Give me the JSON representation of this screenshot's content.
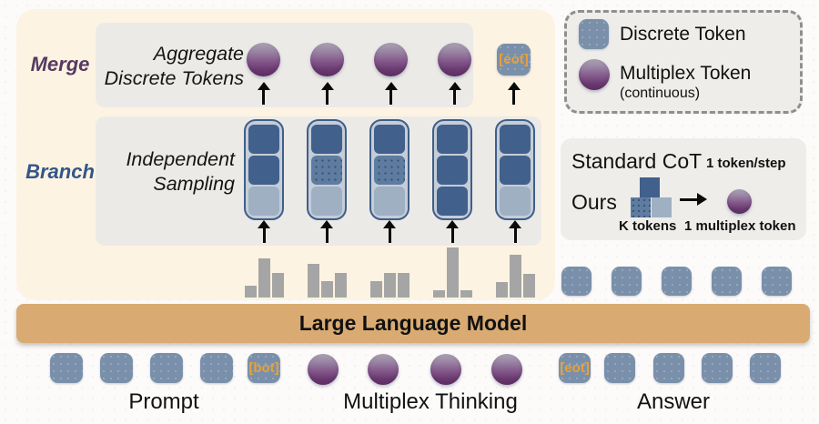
{
  "figure": {
    "merge": {
      "label": "Merge",
      "title_line1": "Aggregate",
      "title_line2": "Discrete Tokens",
      "eot": "[eot]"
    },
    "branch": {
      "label": "Branch",
      "title_line1": "Independent",
      "title_line2": "Sampling",
      "columns": [
        [
          "dark",
          "dark",
          "light"
        ],
        [
          "dark",
          "dotted",
          "light"
        ],
        [
          "dark",
          "dotted",
          "light"
        ],
        [
          "dark",
          "dark",
          "dark"
        ],
        [
          "dark",
          "dark",
          "light"
        ]
      ],
      "histograms": [
        [
          13,
          43,
          27
        ],
        [
          37,
          18,
          27
        ],
        [
          18,
          27,
          27
        ],
        [
          8,
          55,
          8
        ],
        [
          17,
          47,
          26
        ]
      ]
    },
    "llm_label": "Large Language Model",
    "legend": {
      "discrete_label": "Discrete Token",
      "multiplex_label": "Multiplex Token",
      "multiplex_sub": "(continuous)"
    },
    "comparison": {
      "standard_label": "Standard CoT",
      "standard_note": "1 token/step",
      "ours_label": "Ours",
      "k_tokens": "K tokens",
      "multiplex_note": "1 multiplex token"
    },
    "bottom": {
      "bot": "[bot]",
      "eot": "[eot]",
      "prompt_label": "Prompt",
      "thinking_label": "Multiplex Thinking",
      "answer_label": "Answer"
    }
  },
  "colors": {
    "cream_panel": "#fdf3e2",
    "inner_gray_box": "#eceae7",
    "discrete_token_blue": "#7a90aa",
    "dark_blue_token": "#41608c",
    "dotted_blue_token": "#5e7ca0",
    "light_blue_token": "#9fb0c3",
    "pill_background": "#c5cdd7",
    "pill_border": "#3f5f8a",
    "multiplex_purple_dark": "#6a3a70",
    "llm_bar_tan": "#d9ab72",
    "special_token_orange": "#e5a13c",
    "merge_label_purple": "#563a60",
    "branch_label_blue": "#33568a",
    "histogram_gray": "#a5a5a5"
  }
}
